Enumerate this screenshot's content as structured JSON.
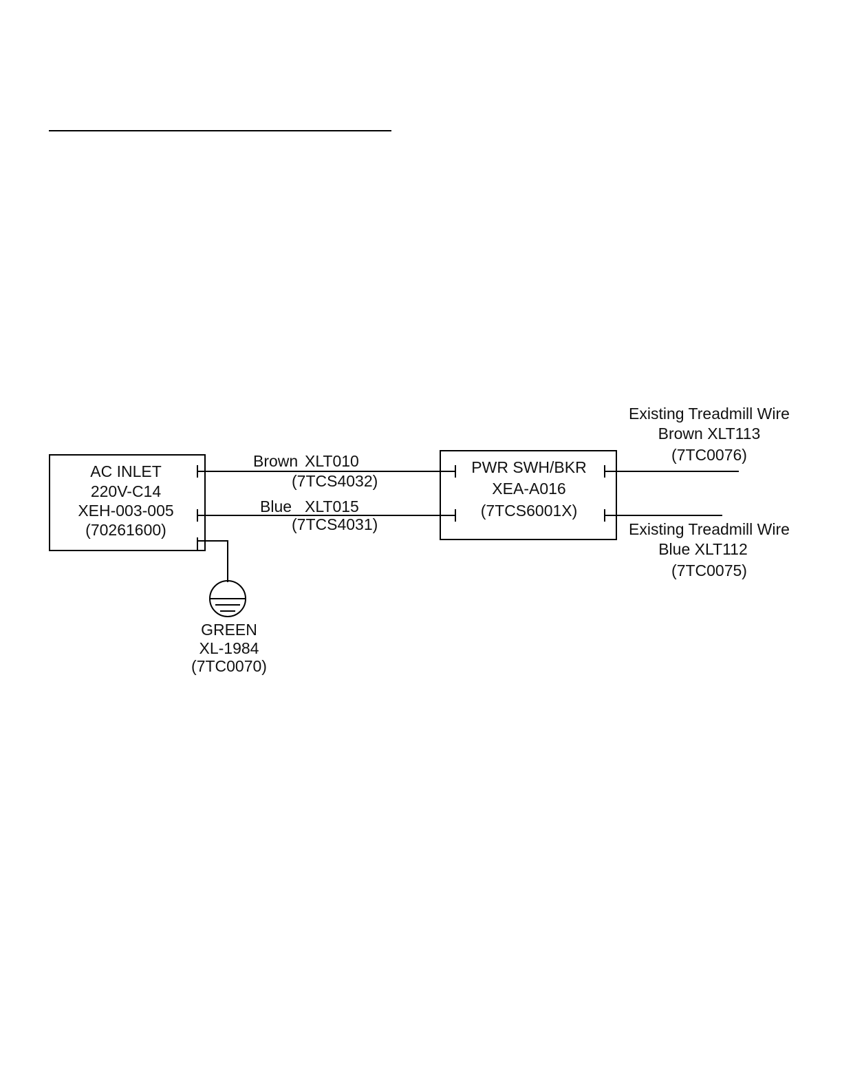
{
  "diagram": {
    "ac_inlet": {
      "lines": [
        "AC INLET",
        "220V-C14",
        "XEH-003-005",
        "(70261600)"
      ]
    },
    "pwr_switch": {
      "lines": [
        "PWR SWH/BKR",
        "XEA-A016",
        "(7TCS6001X)"
      ]
    },
    "wire_brown": {
      "color": "Brown",
      "code": "XLT010",
      "part": "(7TCS4032)"
    },
    "wire_blue": {
      "color": "Blue",
      "code": "XLT015",
      "part": "(7TCS4031)"
    },
    "existing_brown": {
      "lines": [
        "Existing Treadmill Wire",
        "Brown XLT113",
        "(7TC0076)"
      ]
    },
    "existing_blue": {
      "lines": [
        "Existing Treadmill Wire",
        "Blue XLT112",
        "(7TC0075)"
      ]
    },
    "ground": {
      "lines": [
        "GREEN",
        "XL-1984",
        "(7TC0070)"
      ]
    }
  }
}
